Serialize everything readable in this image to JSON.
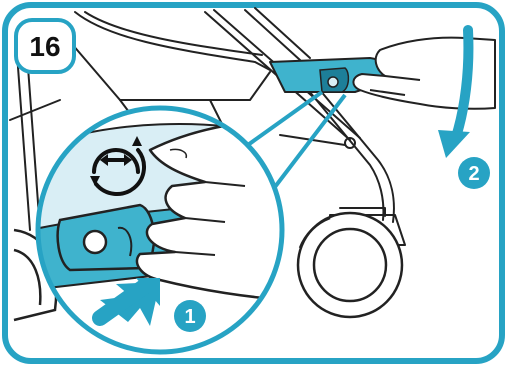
{
  "step_number": "16",
  "callouts": [
    {
      "label": "1"
    },
    {
      "label": "2"
    }
  ],
  "colors": {
    "frame_border": "#27a3c4",
    "badge_fill": "#27a3c4",
    "step_badge_fill": "#ffffff",
    "teal_part": "#3fb3cd",
    "teal_dark": "#1d7f99",
    "zoom_bg": "#d9eef5",
    "line_art": "#222222",
    "hand": "#ffffff"
  },
  "icons": [
    "rotate-release-icon",
    "press-arrow-icon",
    "fold-arrow-icon"
  ]
}
